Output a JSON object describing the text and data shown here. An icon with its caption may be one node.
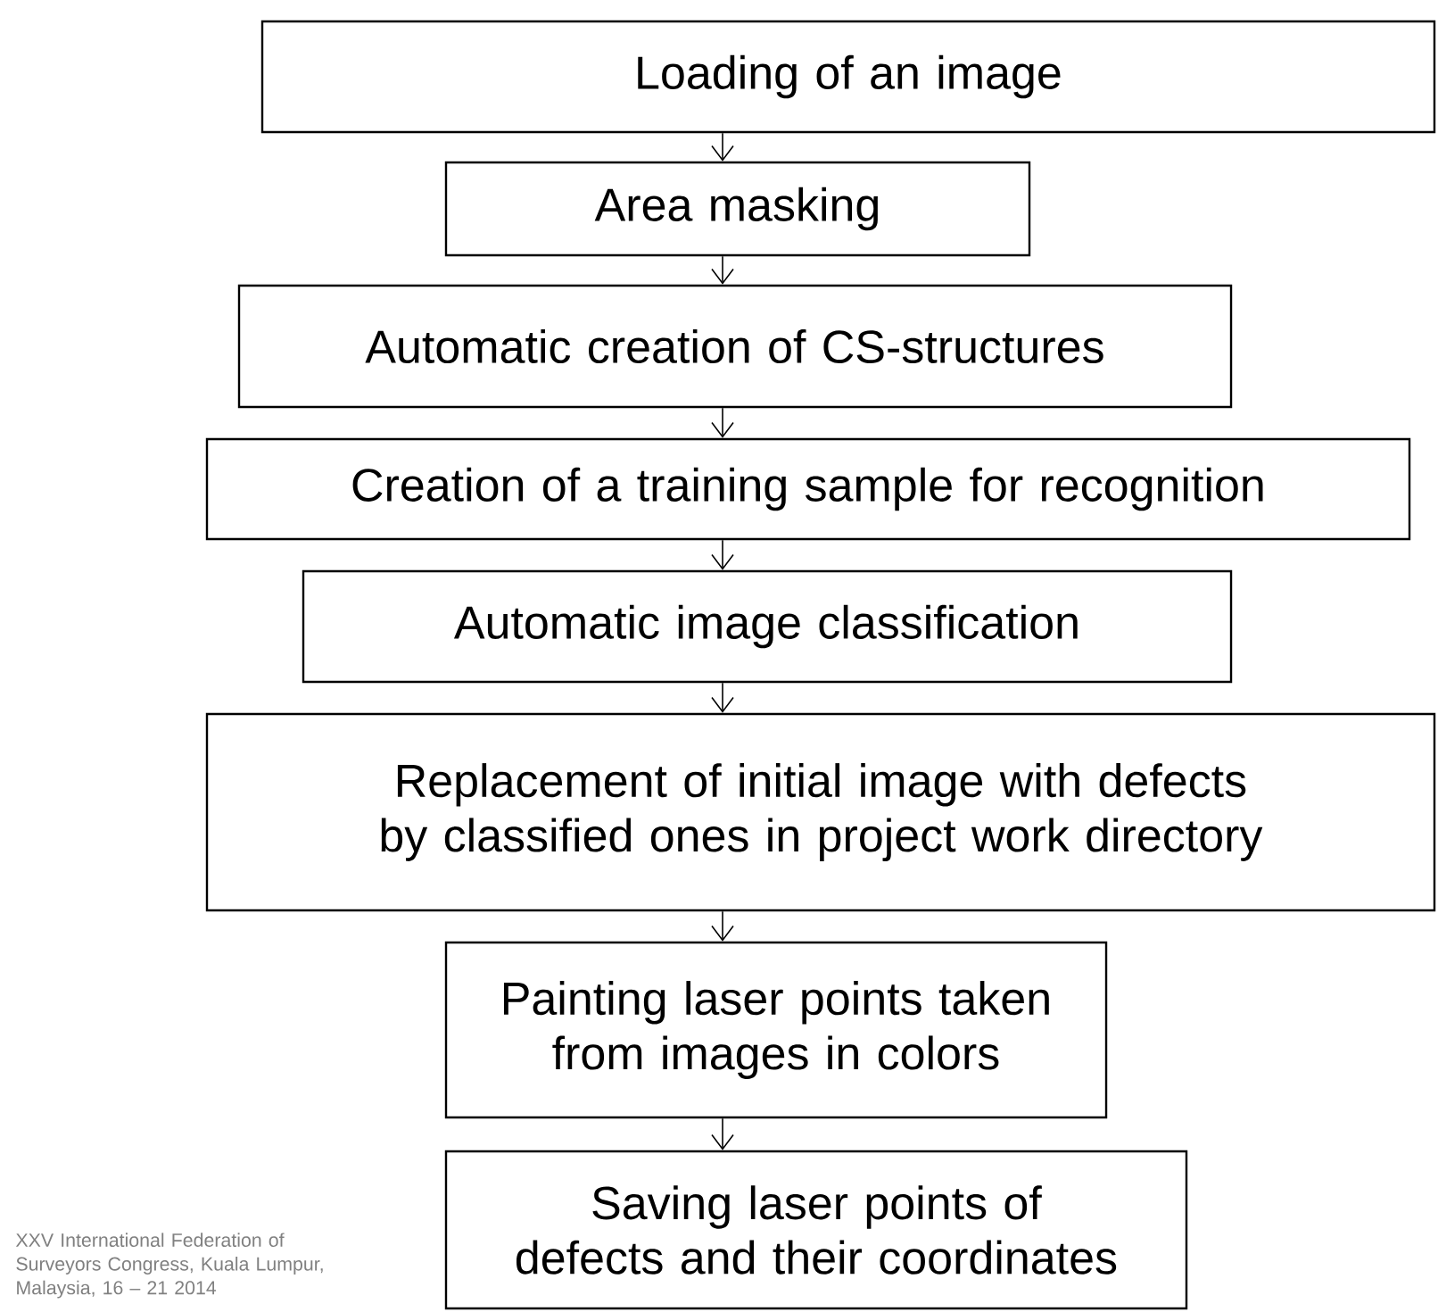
{
  "diagram": {
    "nodes": [
      {
        "text": [
          "Loading of an image"
        ]
      },
      {
        "text": [
          "Area masking"
        ]
      },
      {
        "text": [
          "Automatic creation of CS-structures"
        ]
      },
      {
        "text": [
          "Creation of a training sample for recognition"
        ]
      },
      {
        "text": [
          "Automatic image classification"
        ]
      },
      {
        "text": [
          "Replacement of initial image with defects by classified ones in project work directory"
        ]
      },
      {
        "text": [
          "Painting laser points taken from images in colors"
        ]
      },
      {
        "text": [
          "Saving laser points of defects and their coordinates"
        ]
      }
    ],
    "edges": [
      {
        "from": 0,
        "to": 1,
        "arrow": "to"
      },
      {
        "from": 1,
        "to": 2,
        "arrow": "to"
      },
      {
        "from": 2,
        "to": 3,
        "arrow": "to"
      },
      {
        "from": 3,
        "to": 4,
        "arrow": "to"
      },
      {
        "from": 4,
        "to": 5,
        "arrow": "to"
      },
      {
        "from": 5,
        "to": 6,
        "arrow": "to"
      },
      {
        "from": 6,
        "to": 7,
        "arrow": "to"
      }
    ],
    "labels": [
      "XXV International Federation of Surveyors Congress, Kuala Lumpur, Malaysia, 16 – 21 2014"
    ]
  }
}
